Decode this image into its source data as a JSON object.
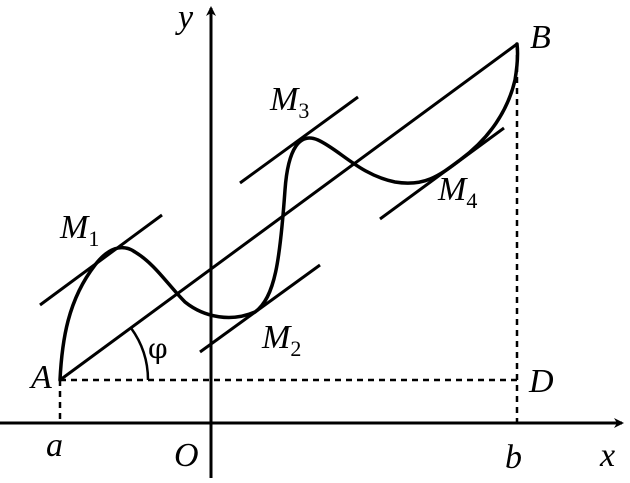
{
  "diagram": {
    "axis_labels": {
      "x": "x",
      "y": "y",
      "origin": "O"
    },
    "axis_ticks": {
      "a": "a",
      "b": "b"
    },
    "points": {
      "A": "A",
      "B": "B",
      "D": "D",
      "M": {
        "letter": "M",
        "sub1": "1",
        "sub2": "2",
        "sub3": "3",
        "sub4": "4"
      }
    },
    "angle_label": "φ",
    "colors": {
      "ink": "#000000",
      "background": "#ffffff"
    }
  }
}
